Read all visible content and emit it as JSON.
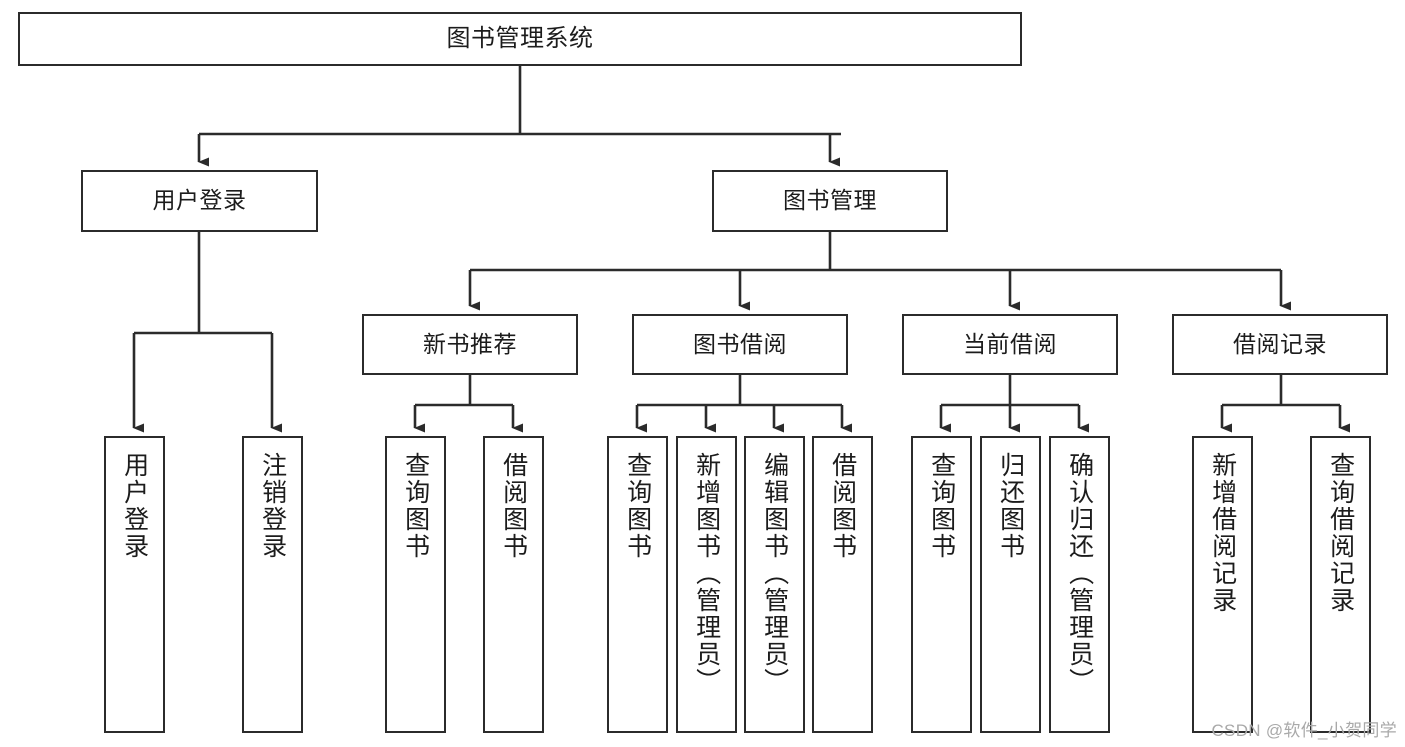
{
  "diagram": {
    "title": "图书管理系统",
    "type": "tree-hierarchy",
    "watermark": "CSDN @软件_小贺同学",
    "colors": {
      "stroke": "#2b2b2b",
      "fill": "#ffffff",
      "text": "#1c1c1c",
      "watermark": "#a9a9a9"
    },
    "nodes": {
      "root": {
        "label": "图书管理系统",
        "level": 1,
        "orientation": "horizontal"
      },
      "l2": [
        {
          "id": "user-login",
          "label": "用户登录",
          "level": 2,
          "orientation": "horizontal"
        },
        {
          "id": "book-manage",
          "label": "图书管理",
          "level": 2,
          "orientation": "horizontal"
        }
      ],
      "l3": [
        {
          "id": "new-book-recommend",
          "label": "新书推荐",
          "level": 3,
          "orientation": "horizontal"
        },
        {
          "id": "book-borrow",
          "label": "图书借阅",
          "level": 3,
          "orientation": "horizontal"
        },
        {
          "id": "current-borrow",
          "label": "当前借阅",
          "level": 3,
          "orientation": "horizontal"
        },
        {
          "id": "borrow-record",
          "label": "借阅记录",
          "level": 3,
          "orientation": "horizontal"
        }
      ],
      "l4": [
        {
          "id": "leaf-user-login",
          "label": "用户登录",
          "parent": "user-login",
          "orientation": "vertical"
        },
        {
          "id": "leaf-logout",
          "label": "注销登录",
          "parent": "user-login",
          "orientation": "vertical"
        },
        {
          "id": "leaf-query-book-1",
          "label": "查询图书",
          "parent": "new-book-recommend",
          "orientation": "vertical"
        },
        {
          "id": "leaf-borrow-book-1",
          "label": "借阅图书",
          "parent": "new-book-recommend",
          "orientation": "vertical"
        },
        {
          "id": "leaf-query-book-2",
          "label": "查询图书",
          "parent": "book-borrow",
          "orientation": "vertical"
        },
        {
          "id": "leaf-add-book",
          "label": "新增图书（管理员）",
          "parent": "book-borrow",
          "orientation": "vertical"
        },
        {
          "id": "leaf-edit-book",
          "label": "编辑图书（管理员）",
          "parent": "book-borrow",
          "orientation": "vertical"
        },
        {
          "id": "leaf-borrow-book-2",
          "label": "借阅图书",
          "parent": "book-borrow",
          "orientation": "vertical"
        },
        {
          "id": "leaf-query-book-3",
          "label": "查询图书",
          "parent": "current-borrow",
          "orientation": "vertical"
        },
        {
          "id": "leaf-return-book",
          "label": "归还图书",
          "parent": "current-borrow",
          "orientation": "vertical"
        },
        {
          "id": "leaf-confirm-return",
          "label": "确认归还（管理员）",
          "parent": "current-borrow",
          "orientation": "vertical"
        },
        {
          "id": "leaf-add-record",
          "label": "新增借阅记录",
          "parent": "borrow-record",
          "orientation": "vertical"
        },
        {
          "id": "leaf-query-record",
          "label": "查询借阅记录",
          "parent": "borrow-record",
          "orientation": "vertical"
        }
      ]
    }
  }
}
